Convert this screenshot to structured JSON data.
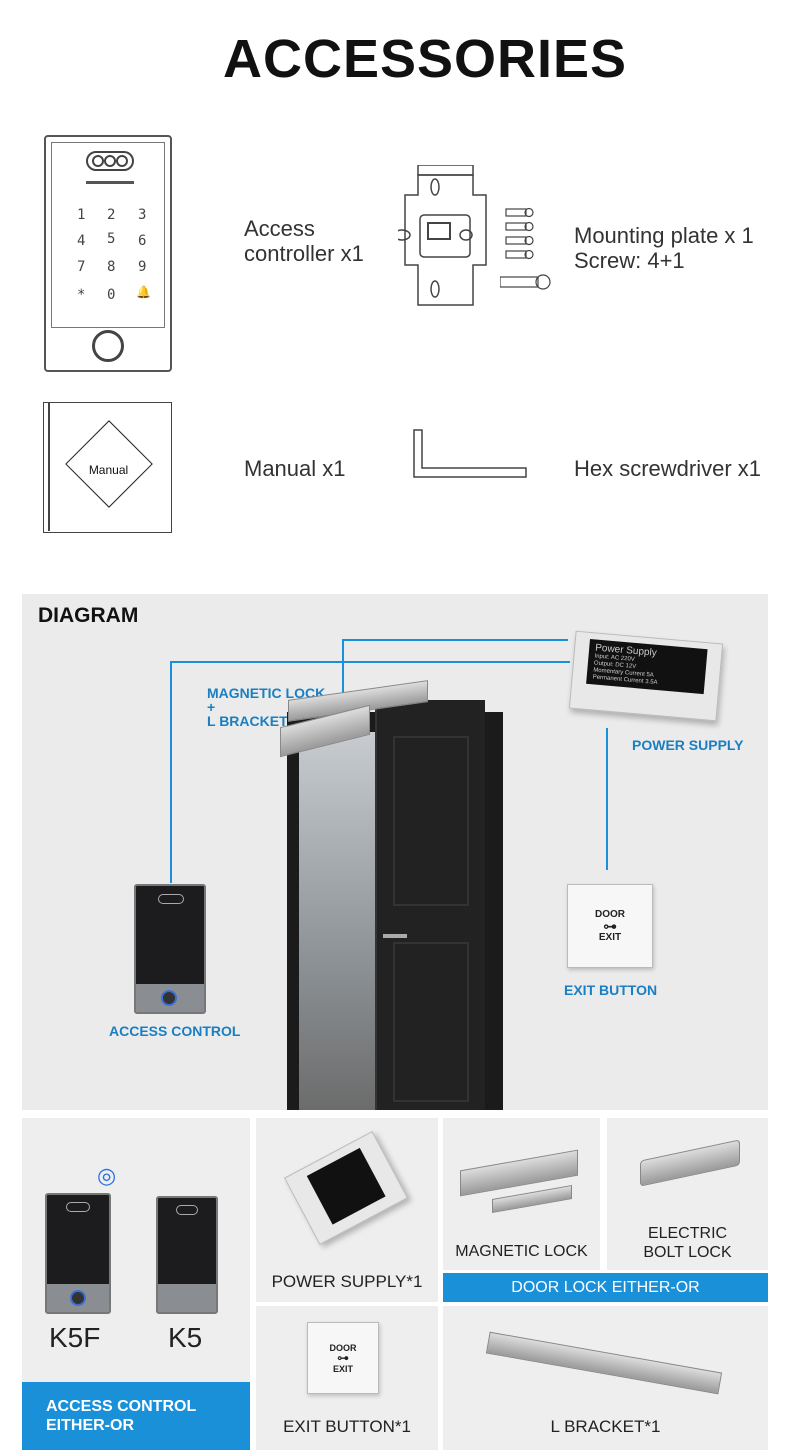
{
  "header": {
    "title": "ACCESSORIES"
  },
  "accessories": [
    {
      "label_line1": "Access",
      "label_line2": "controller x1"
    },
    {
      "label_line1": "Mounting plate x 1",
      "label_line2": "Screw: 4+1"
    },
    {
      "label": "Manual x1",
      "book_text": "Manual"
    },
    {
      "label": "Hex screwdriver x1"
    }
  ],
  "keypad": {
    "keys": [
      "1",
      "2",
      "3",
      "4",
      "5",
      "6",
      "7",
      "8",
      "9",
      "*",
      "0",
      "🔔"
    ]
  },
  "diagram": {
    "title": "DIAGRAM",
    "magnetic_lock_l1": "MAGNETIC LOCK",
    "magnetic_lock_l2": "+",
    "magnetic_lock_l3": "L BRACKET",
    "power_supply": "POWER SUPPLY",
    "exit_button": "EXIT BUTTON",
    "access_control": "ACCESS CONTROL",
    "psu_label": "Power Supply",
    "psu_lines": [
      "Input: AC 220V",
      "Output: DC 12V",
      "Momentary Current 5A",
      "Permanent Current 3.5A"
    ],
    "door_text": "DOOR",
    "exit_text": "EXIT"
  },
  "products": {
    "model_a": "K5F",
    "model_b": "K5",
    "access_either_l1": "ACCESS CONTROL",
    "access_either_l2": "EITHER-OR",
    "power_supply": "POWER SUPPLY*1",
    "magnetic_lock": "MAGNETIC LOCK",
    "electric_bolt_l1": "ELECTRIC",
    "electric_bolt_l2": "BOLT LOCK",
    "door_lock_either": "DOOR LOCK EITHER-OR",
    "exit_button": "EXIT BUTTON*1",
    "l_bracket": "L BRACKET*1"
  },
  "colors": {
    "accent": "#1a90d9",
    "label_blue": "#1a7fc2",
    "panel": "#ebebeb"
  }
}
